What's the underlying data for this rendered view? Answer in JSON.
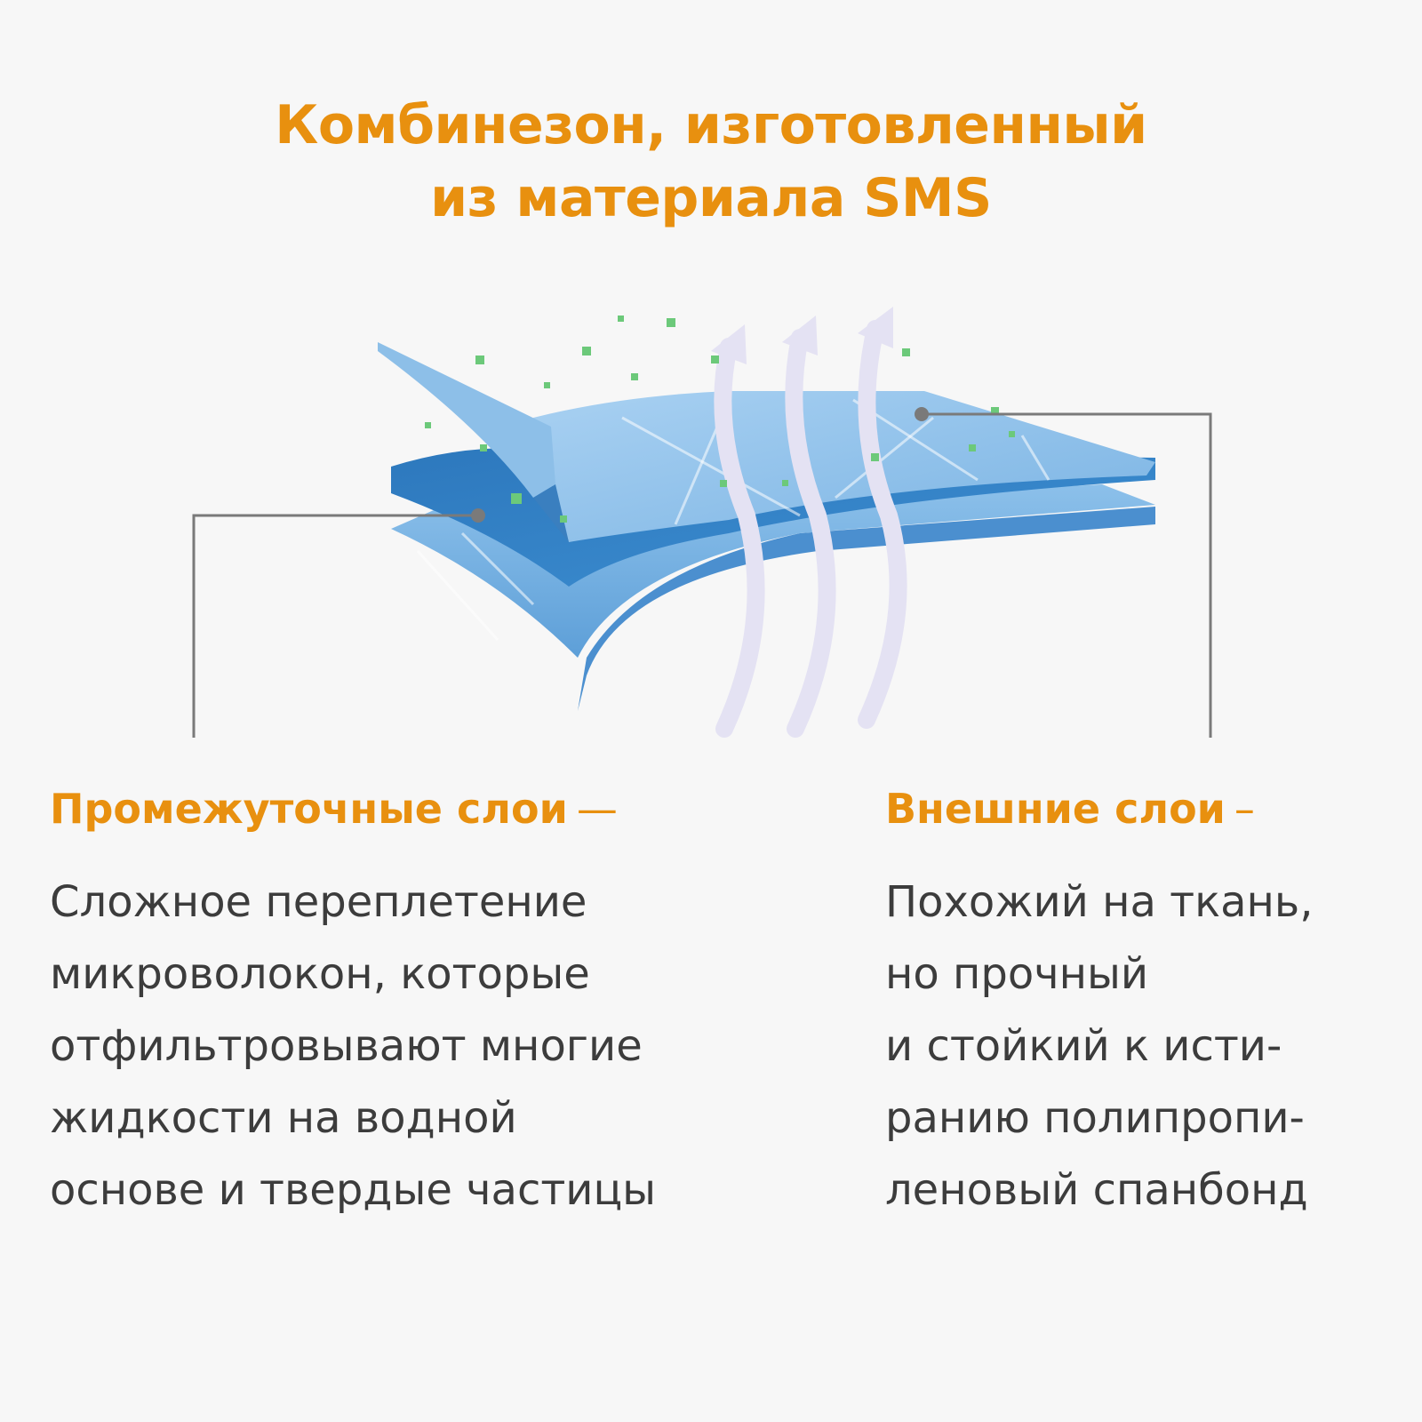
{
  "title": {
    "line1": "Комбинезон, изготовленный",
    "line2": "из материала SMS"
  },
  "illustration": {
    "description": "SMS fabric layers with airflow arrows and filtered particles",
    "colors": {
      "outer_layer": "#8fc0ea",
      "middle_layer": "#2f7fc4",
      "inner_layer": "#6aa8df",
      "particles": "#6cc97a",
      "arrows": "#e6e4f4",
      "callout_lines": "#7a7a7a"
    }
  },
  "sections": {
    "middle": {
      "heading": "Промежуточные слои",
      "dash": "—",
      "lines": [
        "Сложное переплетение",
        "микроволокон, которые",
        "отфильтровывают многие",
        "жидкости на водной",
        "основе и твердые частицы"
      ]
    },
    "outer": {
      "heading": "Внешние слои",
      "dash": "–",
      "lines": [
        "Похожий на ткань,",
        "но прочный",
        "и стойкий к исти-",
        "ранию полипропи-",
        "леновый спанбонд"
      ]
    }
  },
  "colors": {
    "accent": "#e8900f",
    "text": "#3c3c3c",
    "background": "#f7f7f7"
  }
}
